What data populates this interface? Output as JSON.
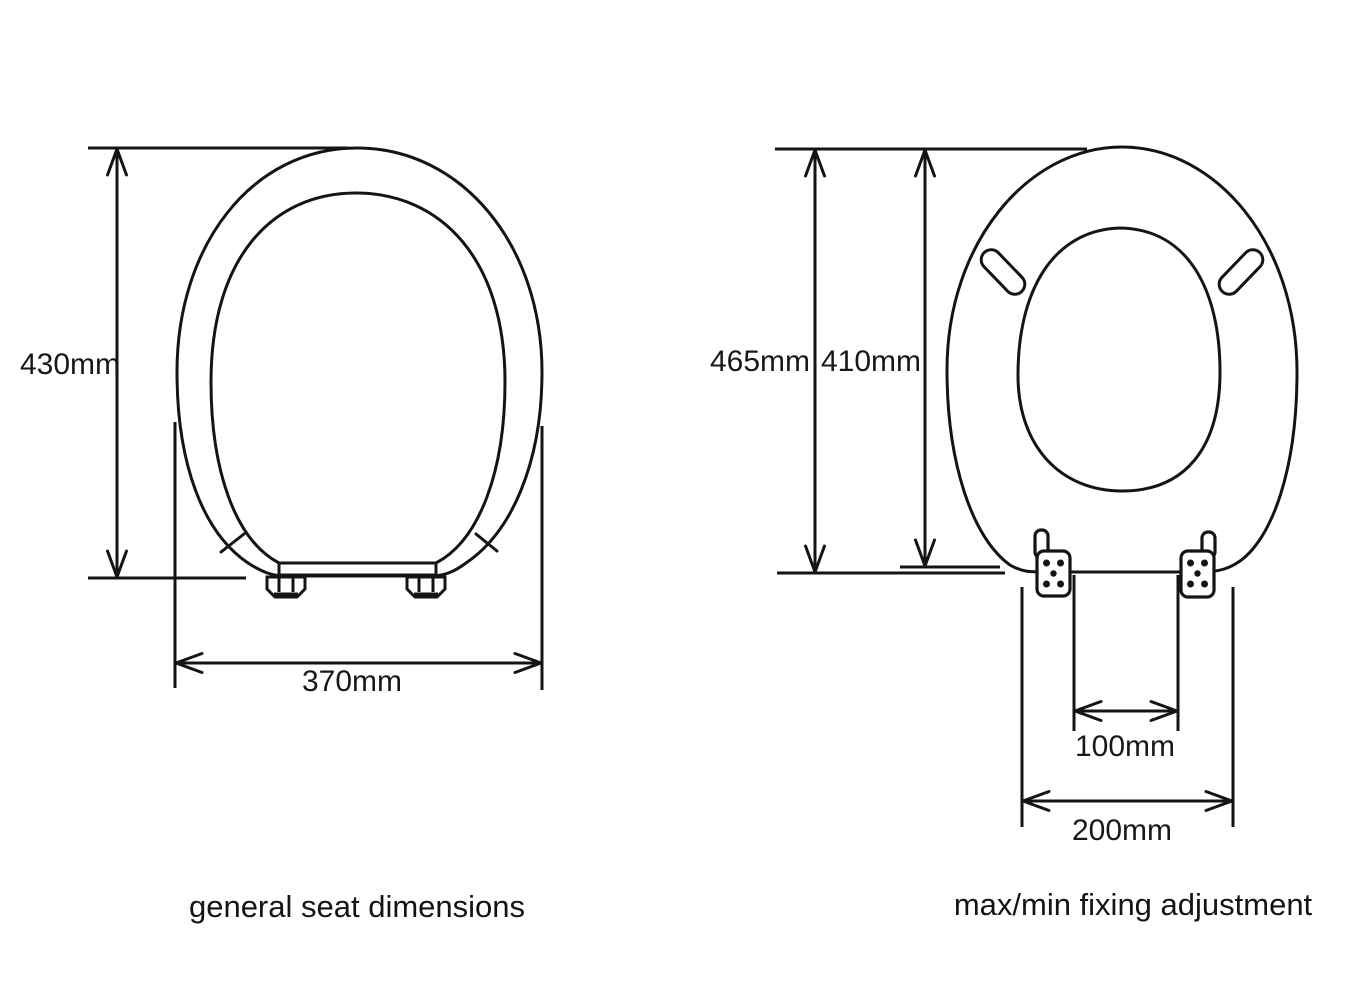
{
  "page": {
    "background_color": "#ffffff",
    "line_color": "#141414",
    "label_color": "#16181c"
  },
  "left_diagram": {
    "caption": "general seat dimensions",
    "view": "seat with closed lid, front elevation",
    "dimensions": {
      "height": "430mm",
      "width": "370mm"
    }
  },
  "right_diagram": {
    "caption": "max/min fixing adjustment",
    "view": "seat ring top view with fixing plates",
    "dimensions": {
      "overall_height": "465mm",
      "seat_height": "410mm",
      "min_fixing": "100mm",
      "max_fixing": "200mm"
    }
  }
}
